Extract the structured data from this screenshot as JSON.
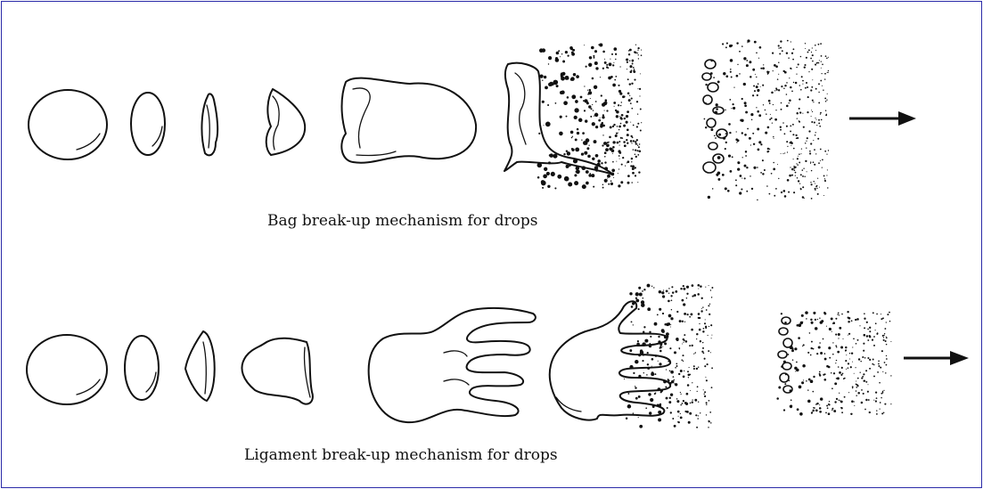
{
  "diagram": {
    "border_color": "#2a2aa8",
    "ink_color": "#111111",
    "rows": [
      {
        "id": "bag",
        "caption": "Bag break-up mechanism for drops"
      },
      {
        "id": "ligament",
        "caption": "Ligament break-up mechanism for drops"
      }
    ]
  }
}
